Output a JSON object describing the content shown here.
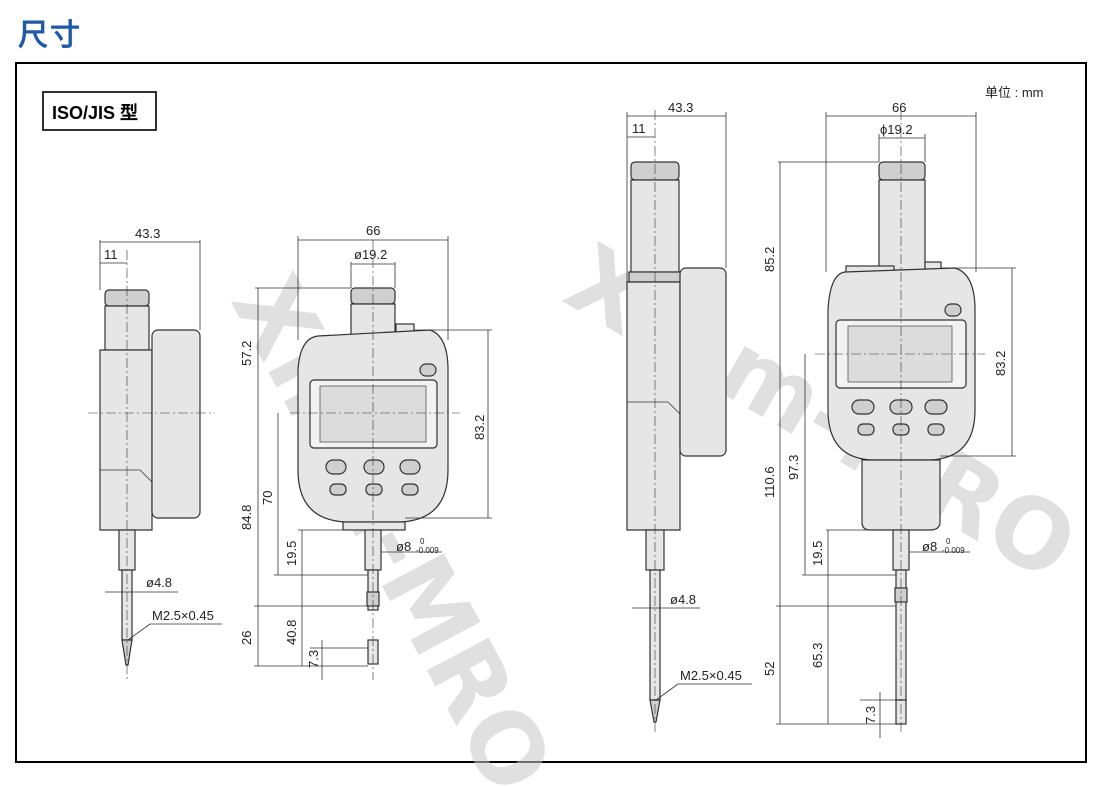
{
  "header": {
    "title": "尺寸"
  },
  "panel": {
    "type_label": "ISO/JIS 型",
    "unit_label": "单位 : mm"
  },
  "watermark": {
    "text": "Xinm-MRO"
  },
  "left_side_view": {
    "dim_width": "43.3",
    "dim_offset": "11",
    "dim_spindle_dia": "ø4.8",
    "dim_thread": "M2.5×0.45"
  },
  "left_front_view": {
    "dim_width": "66",
    "dim_stem_dia": "ø19.2",
    "dim_top": "57.2",
    "dim_body_height": "83.2",
    "dim_total": "84.8",
    "dim_center": "70",
    "dim_lower": "19.5",
    "dim_stem": "ø8",
    "dim_tol_upper": "0",
    "dim_tol_lower": "-0.009",
    "dim_stroke": "26",
    "dim_range": "40.8",
    "dim_tip": "7.3"
  },
  "right_side_view": {
    "dim_width": "43.3",
    "dim_offset": "11",
    "dim_spindle_dia": "ø4.8",
    "dim_thread": "M2.5×0.45"
  },
  "right_front_view": {
    "dim_width": "66",
    "dim_stem_dia": "ϕ19.2",
    "dim_top": "85.2",
    "dim_body_height": "83.2",
    "dim_total": "110.6",
    "dim_center": "97.3",
    "dim_lower": "19.5",
    "dim_stem": "ø8",
    "dim_tol_upper": "0",
    "dim_tol_lower": "-0.009",
    "dim_stroke": "52",
    "dim_range": "65.3",
    "dim_tip": "7.3"
  }
}
